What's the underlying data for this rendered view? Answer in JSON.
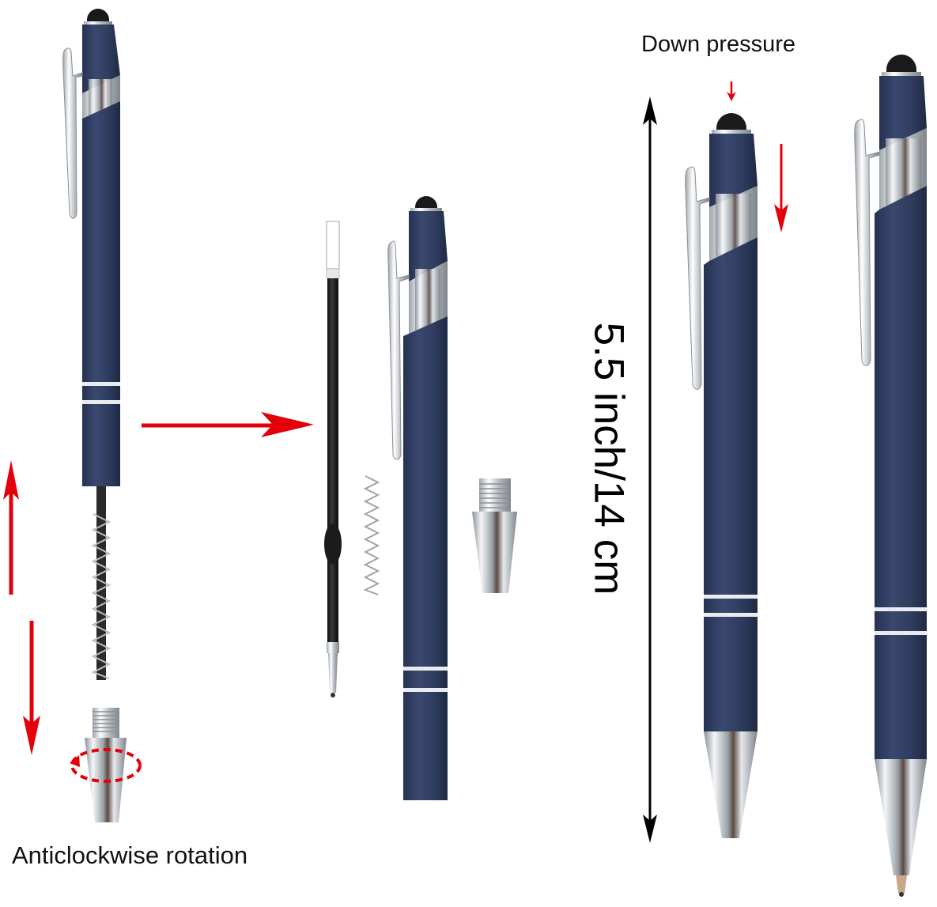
{
  "diagram": {
    "title": "Stylus ballpoint pen refill replacement and dimensions",
    "labels": {
      "down_pressure": "Down pressure",
      "anticlockwise_rotation": "Anticlockwise rotation",
      "dimension": "5.5 inch/14 cm"
    },
    "colors": {
      "pen_body": "#2d3a5a",
      "pen_body_light": "#3a4870",
      "chrome": "#c9cdd2",
      "stylus_tip": "#1a1a1a",
      "arrow_red": "#e3000b",
      "dimension_arrow": "#000000",
      "refill_ink": "#1b1b1b",
      "background": "#ffffff"
    },
    "components": [
      {
        "id": "disassembled-pen",
        "description": "Pen with tip removed showing spring and refill"
      },
      {
        "id": "removed-tip",
        "description": "Chrome threaded tip being unscrewed"
      },
      {
        "id": "refill",
        "description": "Black ink refill cartridge"
      },
      {
        "id": "spring",
        "description": "Coil spring"
      },
      {
        "id": "pen-barrel",
        "description": "Navy pen barrel with stylus tip"
      },
      {
        "id": "separate-tip",
        "description": "Chrome threaded cone tip"
      },
      {
        "id": "pen-retracted",
        "description": "Pen with stylus pressed (retracted)"
      },
      {
        "id": "pen-extended",
        "description": "Pen with ballpoint extended"
      }
    ],
    "measurement": {
      "value_inch": 5.5,
      "value_cm": 14
    }
  }
}
